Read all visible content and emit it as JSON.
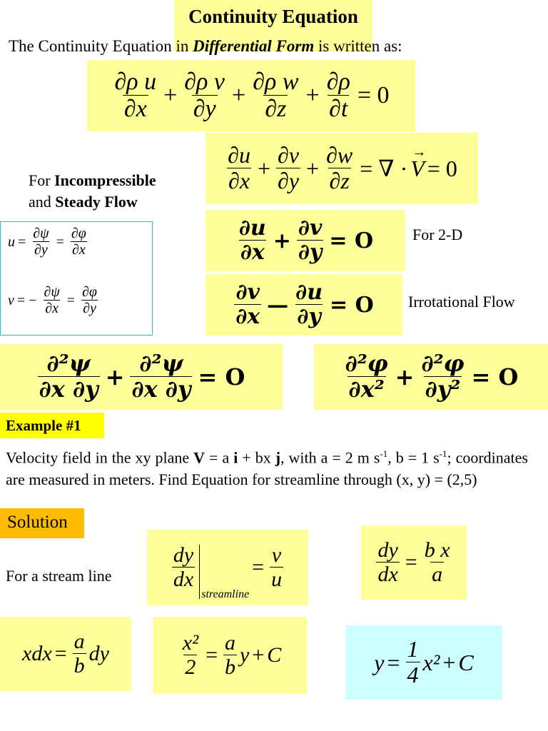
{
  "title": "Continuity Equation",
  "intro": {
    "before": "The Continuity Equation in ",
    "emph": "Differential Form",
    "after": " is written as:"
  },
  "incompressible": {
    "for": "For ",
    "bold1": "Incompressible",
    "and": "and ",
    "bold2": "Steady Flow"
  },
  "label_2d": "For 2-D",
  "label_irrot": "Irrotational Flow",
  "example": {
    "label": "Example #1",
    "line1_a": "Velocity field in the xy plane ",
    "V": "V",
    "line1_b": " = a ",
    "i": "i",
    "line1_c": " + bx ",
    "j": "j",
    "line1_d": ", with a = 2 m s",
    "exp1": "-1",
    "line1_e": ", b = 1 s",
    "exp2": "-1",
    "line1_f": "; coordinates are measured in meters. Find Equation for streamline through (x, y) = (2,5)"
  },
  "solution": {
    "label": "Solution",
    "stream_text": "For a stream line",
    "subscript": "streamline"
  }
}
